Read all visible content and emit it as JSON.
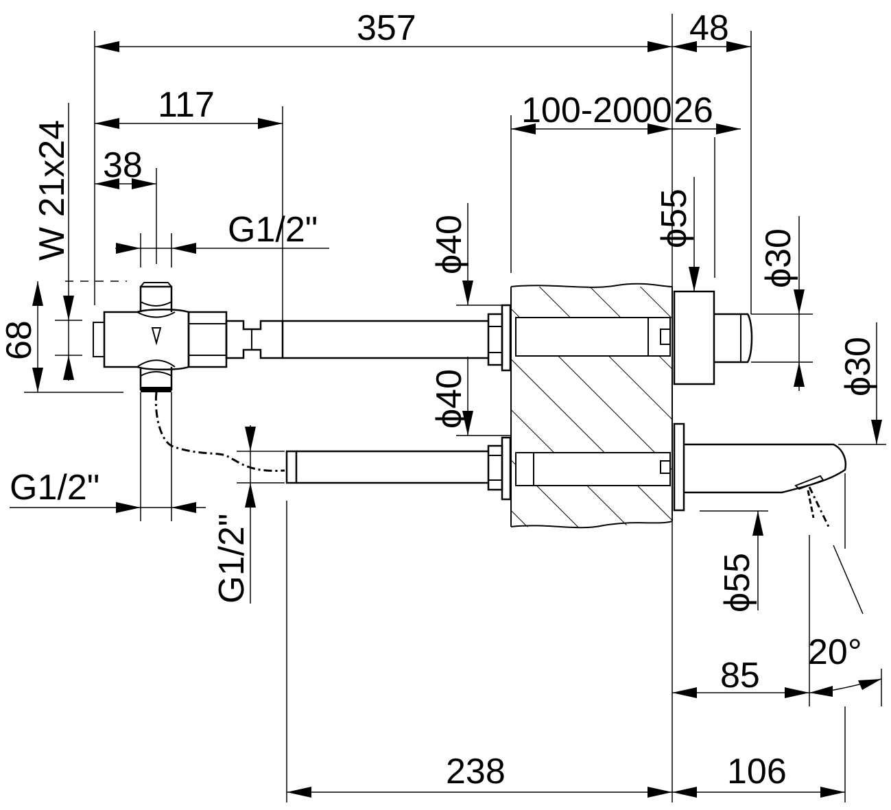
{
  "drawing": {
    "dimensions": {
      "overall_length": "357",
      "right_offset": "48",
      "valve_to_joint": "117",
      "wall_range": "100-2000",
      "cover_depth": "26",
      "body_width": "38",
      "body_height": "68",
      "inlet_thread_top": "G1/2\"",
      "inlet_thread_side": "W 21x24",
      "outlet_thread_bottom": "G1/2\"",
      "outlet_thread_vertical": "G1/2\"",
      "pipe_dia_upper": "ϕ40",
      "pipe_dia_lower": "ϕ40",
      "rosette_dia_upper": "ϕ55",
      "button_dia": "ϕ30",
      "spout_height": "ϕ30",
      "rosette_dia_lower": "ϕ55",
      "spout_reach": "85",
      "spray_angle": "20°",
      "lower_length": "238",
      "spout_total": "106"
    },
    "colors": {
      "line": "#000000",
      "background": "#ffffff"
    }
  }
}
